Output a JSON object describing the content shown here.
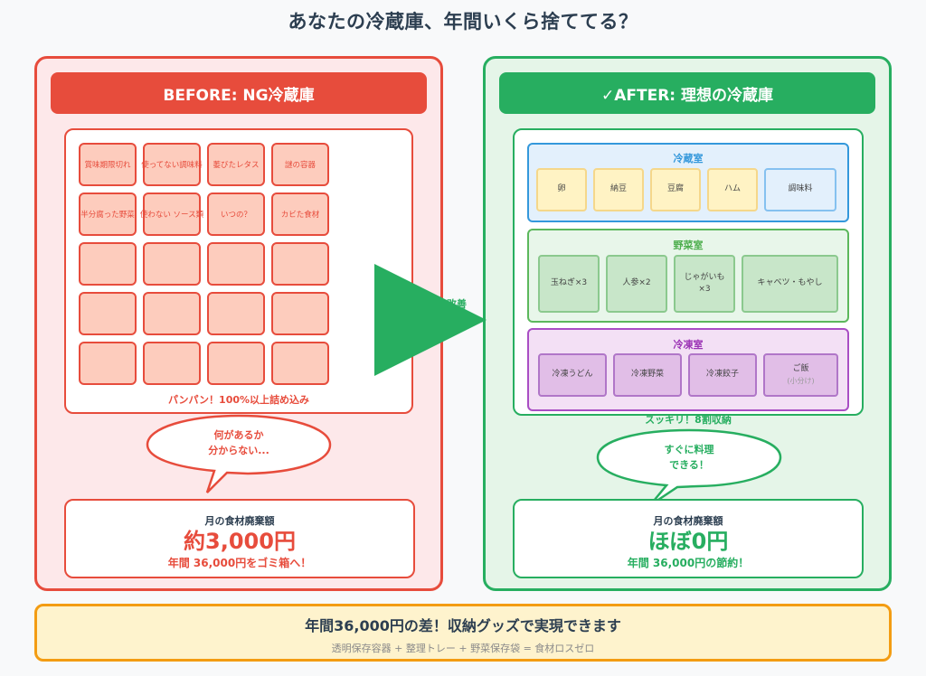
{
  "title": "あなたの冷蔵庫、年間いくら捨ててる？",
  "colors": {
    "before_accent": "#e74c3c",
    "after_accent": "#27ae60",
    "summary_border": "#f39c12",
    "fridge_compartment": "#3498db",
    "vegetable_compartment": "#5cb85c",
    "freezer_compartment": "#a94ec4"
  },
  "before": {
    "header": "BEFORE: NG冷蔵庫",
    "items": [
      "賞味期限切れ",
      "使ってない調味料",
      "萎びたレタス",
      "謎の容器",
      "半分腐った野菜",
      "使わない ソース類",
      "いつの？",
      "カビた食材",
      "",
      "",
      "",
      "",
      "",
      "",
      "",
      "",
      "",
      "",
      "",
      ""
    ],
    "fridge_caption": "パンパン！100%以上詰め込み",
    "bubble": {
      "line1": "何があるか",
      "line2": "分からない..."
    },
    "result": {
      "label": "月の食材廃棄額",
      "amount": "約3,000円",
      "note": "年間 36,000円をゴミ箱へ！"
    }
  },
  "arrow": {
    "label": "改善"
  },
  "after": {
    "header": "✓AFTER: 理想の冷蔵庫",
    "compartments": {
      "fridge": {
        "title": "冷蔵室",
        "items": [
          "卵",
          "納豆",
          "豆腐",
          "ハム",
          "調味料"
        ]
      },
      "vegetable": {
        "title": "野菜室",
        "items": [
          {
            "line1": "玉ねぎ×3",
            "line2": ""
          },
          {
            "line1": "人参×2",
            "line2": ""
          },
          {
            "line1": "じゃがいも",
            "line2": "×3"
          },
          {
            "line1": "キャベツ・もやし",
            "line2": ""
          }
        ]
      },
      "freezer": {
        "title": "冷凍室",
        "items": [
          {
            "line1": "冷凍うどん",
            "sub": ""
          },
          {
            "line1": "冷凍野菜",
            "sub": ""
          },
          {
            "line1": "冷凍餃子",
            "sub": ""
          },
          {
            "line1": "ご飯",
            "sub": "(小分け)"
          }
        ]
      }
    },
    "fridge_caption": "スッキリ！8割収納",
    "bubble": {
      "line1": "すぐに料理",
      "line2": "できる！"
    },
    "result": {
      "label": "月の食材廃棄額",
      "amount": "ほぼ0円",
      "note": "年間 36,000円の節約！"
    }
  },
  "summary": {
    "title": "年間36,000円の差！収納グッズで実現できます",
    "subtitle": "透明保存容器 + 整理トレー + 野菜保存袋 = 食材ロスゼロ"
  }
}
